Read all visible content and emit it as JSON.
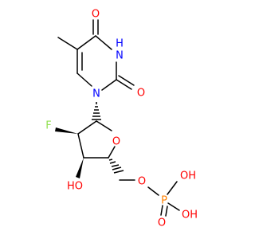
{
  "molecule": {
    "atoms": {
      "o4": "O",
      "n3": "H",
      "n3_n": "N",
      "o2": "O",
      "n1": "N",
      "f": "F",
      "o_ring": "O",
      "oh_c3": "HO",
      "o5": "O",
      "p": "P",
      "oh_p1": "OH",
      "o_p": "O",
      "oh_p2": "OH"
    },
    "colors": {
      "carbon": "#000000",
      "oxygen": "#ff0000",
      "nitrogen": "#0000ff",
      "fluorine": "#90e050",
      "phosphorus": "#ff8000"
    }
  }
}
